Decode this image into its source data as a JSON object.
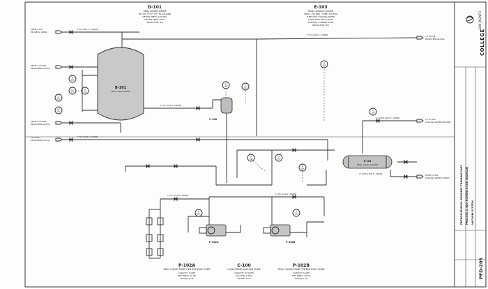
{
  "equipment": {
    "d101_top": {
      "tag": "D-101",
      "desc": "SEAL LIQUID DRUM",
      "specs": [
        "18\" DIA X 5'-0\" T/T / 54 GALLONS",
        "DESIGN PRESS: 150 PSIG",
        "DESIGN TEMP: 150°F",
        "INSULATION: N/A"
      ]
    },
    "e103_top": {
      "tag": "E-103",
      "desc": "SEAL LIQUID COOLER",
      "specs": [
        "SHELL: 150 PSIG / TUBE: 150 PSIG",
        "TUBE SIDE: COOLING WATER",
        "SHELL SIDE: SEAL LIQUID",
        "MATERIAL: CARBON STEEL",
        "INSULATION: N/A"
      ]
    },
    "b101_vessel": {
      "tag": "B-101",
      "desc": "SEAL LIQUID DRUM"
    },
    "c100_mid": {
      "tag": "C-100"
    },
    "e103_mid": {
      "tag": "E-103",
      "desc": "SEAL LIQUID COOLER"
    },
    "p102a_mid": {
      "tag": "P-102A"
    },
    "p102b_mid": {
      "tag": "P-102B"
    },
    "p102a_bottom": {
      "tag": "P-102A",
      "desc": "SEAL LIQUID PUMP CENTRIFUGAL PUMP",
      "specs": [
        "CAPACITY: 5 GPM",
        "DIFF PRESS: 40 PSI",
        "MOTOR: 1 HP"
      ]
    },
    "c100_bottom": {
      "tag": "C-100",
      "desc": "LIQUID RING VACUUM PUMP",
      "specs": [
        "CAPACITY: 50 ACFM",
        "SUCTION: 2 PSIA",
        "MOTOR: 5 HP"
      ]
    },
    "p102b_bottom": {
      "tag": "P-102B",
      "desc": "SEAL LIQUID PUMP CENTRIFUGAL PUMP",
      "specs": [
        "CAPACITY: 5 GPM",
        "DIFF PRESS: 40 PSI",
        "MOTOR: 1 HP"
      ]
    }
  },
  "offpage": {
    "left1": {
      "label": "FROM C-101",
      "sub": "PROCESS VAPOR"
    },
    "left2": {
      "label": "FROM C-101A/B",
      "sub": "PROPYLENE GLYCOL"
    },
    "left3": {
      "label": "FROM C-101A/B",
      "sub": "PROPYLENE GLYCOL"
    },
    "left4": {
      "label": "TO T-101",
      "sub": "PROPYLENE GLYCOL"
    },
    "right1": {
      "label": "TO TK-102",
      "sub": "PROPYLENE GLYCOL"
    },
    "right2": {
      "label": "TO CT-100",
      "sub": "COOLING WATER RETURN"
    },
    "right3": {
      "label": "FROM CT-100",
      "sub": "COOLING WATER SUPPLY"
    }
  },
  "line_labels": {
    "vapor_top": "3\"-VV-1101-1\"-CS60N",
    "vapor_right": "3\"-VV-1102-1\"-CS60N",
    "mid_header": "2\"-SL-1105-1\"-CS60N",
    "glycol": "1\"-PG-1106-1\"-CS60N",
    "cw_return": "2\"-CWR-1107-1\"-CS60N",
    "cw_supply": "2\"-CWS-1108-1\"-CS60N",
    "pump_suction": "2\"-SL-1110-1\"-CS60N",
    "pump_disch": "1\"-SL-1111-1\"-CS60N"
  },
  "instruments": [
    {
      "tag": "PI\n101",
      "name": "pi-101"
    },
    {
      "tag": "LG\n101",
      "name": "lg-101"
    },
    {
      "tag": "LT\n101",
      "name": "lt-101"
    },
    {
      "tag": "LIC\n101",
      "name": "lic-101"
    },
    {
      "tag": "TI\n101",
      "name": "ti-101"
    },
    {
      "tag": "PI\n102",
      "name": "pi-102"
    },
    {
      "tag": "TI\n102",
      "name": "ti-102"
    },
    {
      "tag": "FI\n103",
      "name": "fi-103"
    },
    {
      "tag": "PI\n103",
      "name": "pi-103"
    },
    {
      "tag": "TI\n103",
      "name": "ti-103"
    },
    {
      "tag": "PI\n104",
      "name": "pi-104"
    },
    {
      "tag": "TI\n104",
      "name": "ti-104"
    },
    {
      "tag": "PI\n105",
      "name": "pi-105"
    },
    {
      "tag": "PI\n106",
      "name": "pi-106"
    }
  ],
  "title_block": {
    "line1": "PETROCHEMICAL PROCESS TRAINING UNIT",
    "line2": "PROCESS & INSTRUMENTATION DIAGRAM",
    "line3": "VACUUM SYSTEM",
    "dwg_no": "PFD-205",
    "logo_top": "SAN JACINTO",
    "logo_bottom": "COLLEGE"
  }
}
